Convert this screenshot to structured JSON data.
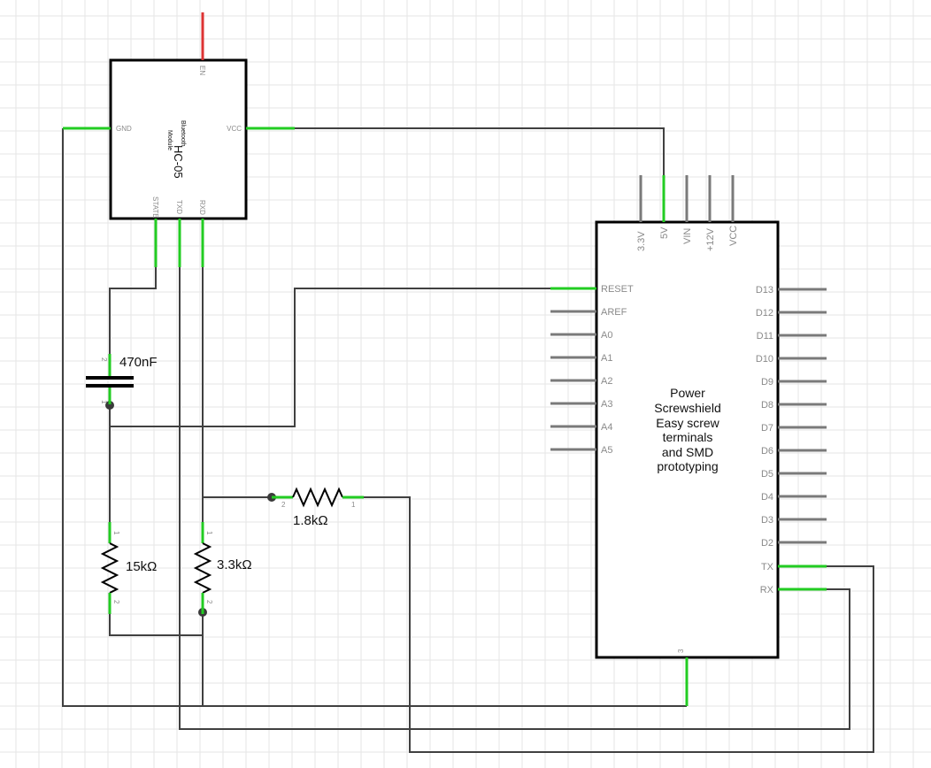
{
  "hc05": {
    "title": "HC-05",
    "subtitle_line1": "Bluetooth",
    "subtitle_line2": "Module",
    "pins": {
      "en": "EN",
      "gnd": "GND",
      "vcc": "VCC",
      "state": "STATE",
      "txd": "TXD",
      "rxd": "RXD"
    }
  },
  "shield": {
    "lines": [
      "Power",
      "Screwshield",
      "Easy screw",
      "terminals",
      "and SMD",
      "prototyping"
    ],
    "top_pins": [
      "3.3V",
      "5V",
      "VIN",
      "+12V",
      "VCC"
    ],
    "left_pins": [
      "RESET",
      "AREF",
      "A0",
      "A1",
      "A2",
      "A3",
      "A4",
      "A5"
    ],
    "right_pins": [
      "D13",
      "D12",
      "D11",
      "D10",
      "D9",
      "D8",
      "D7",
      "D6",
      "D5",
      "D4",
      "D3",
      "D2",
      "TX",
      "RX"
    ],
    "bottom_pin": "3"
  },
  "capacitor": {
    "label": "470nF",
    "pin_top": "2",
    "pin_bottom": "1"
  },
  "resistors": {
    "r15k": {
      "label": "15kΩ",
      "pin_top": "1",
      "pin_bottom": "2"
    },
    "r33k": {
      "label": "3.3kΩ",
      "pin_top": "1",
      "pin_bottom": "2"
    },
    "r18k": {
      "label": "1.8kΩ",
      "pin_left": "2",
      "pin_right": "1"
    }
  },
  "colors": {
    "wire": "#404040",
    "connected_pin": "#22cc22",
    "unconnected_pin": "#7a7a7a",
    "en_pin": "#dd3333",
    "grid": "#e6e6e6"
  }
}
